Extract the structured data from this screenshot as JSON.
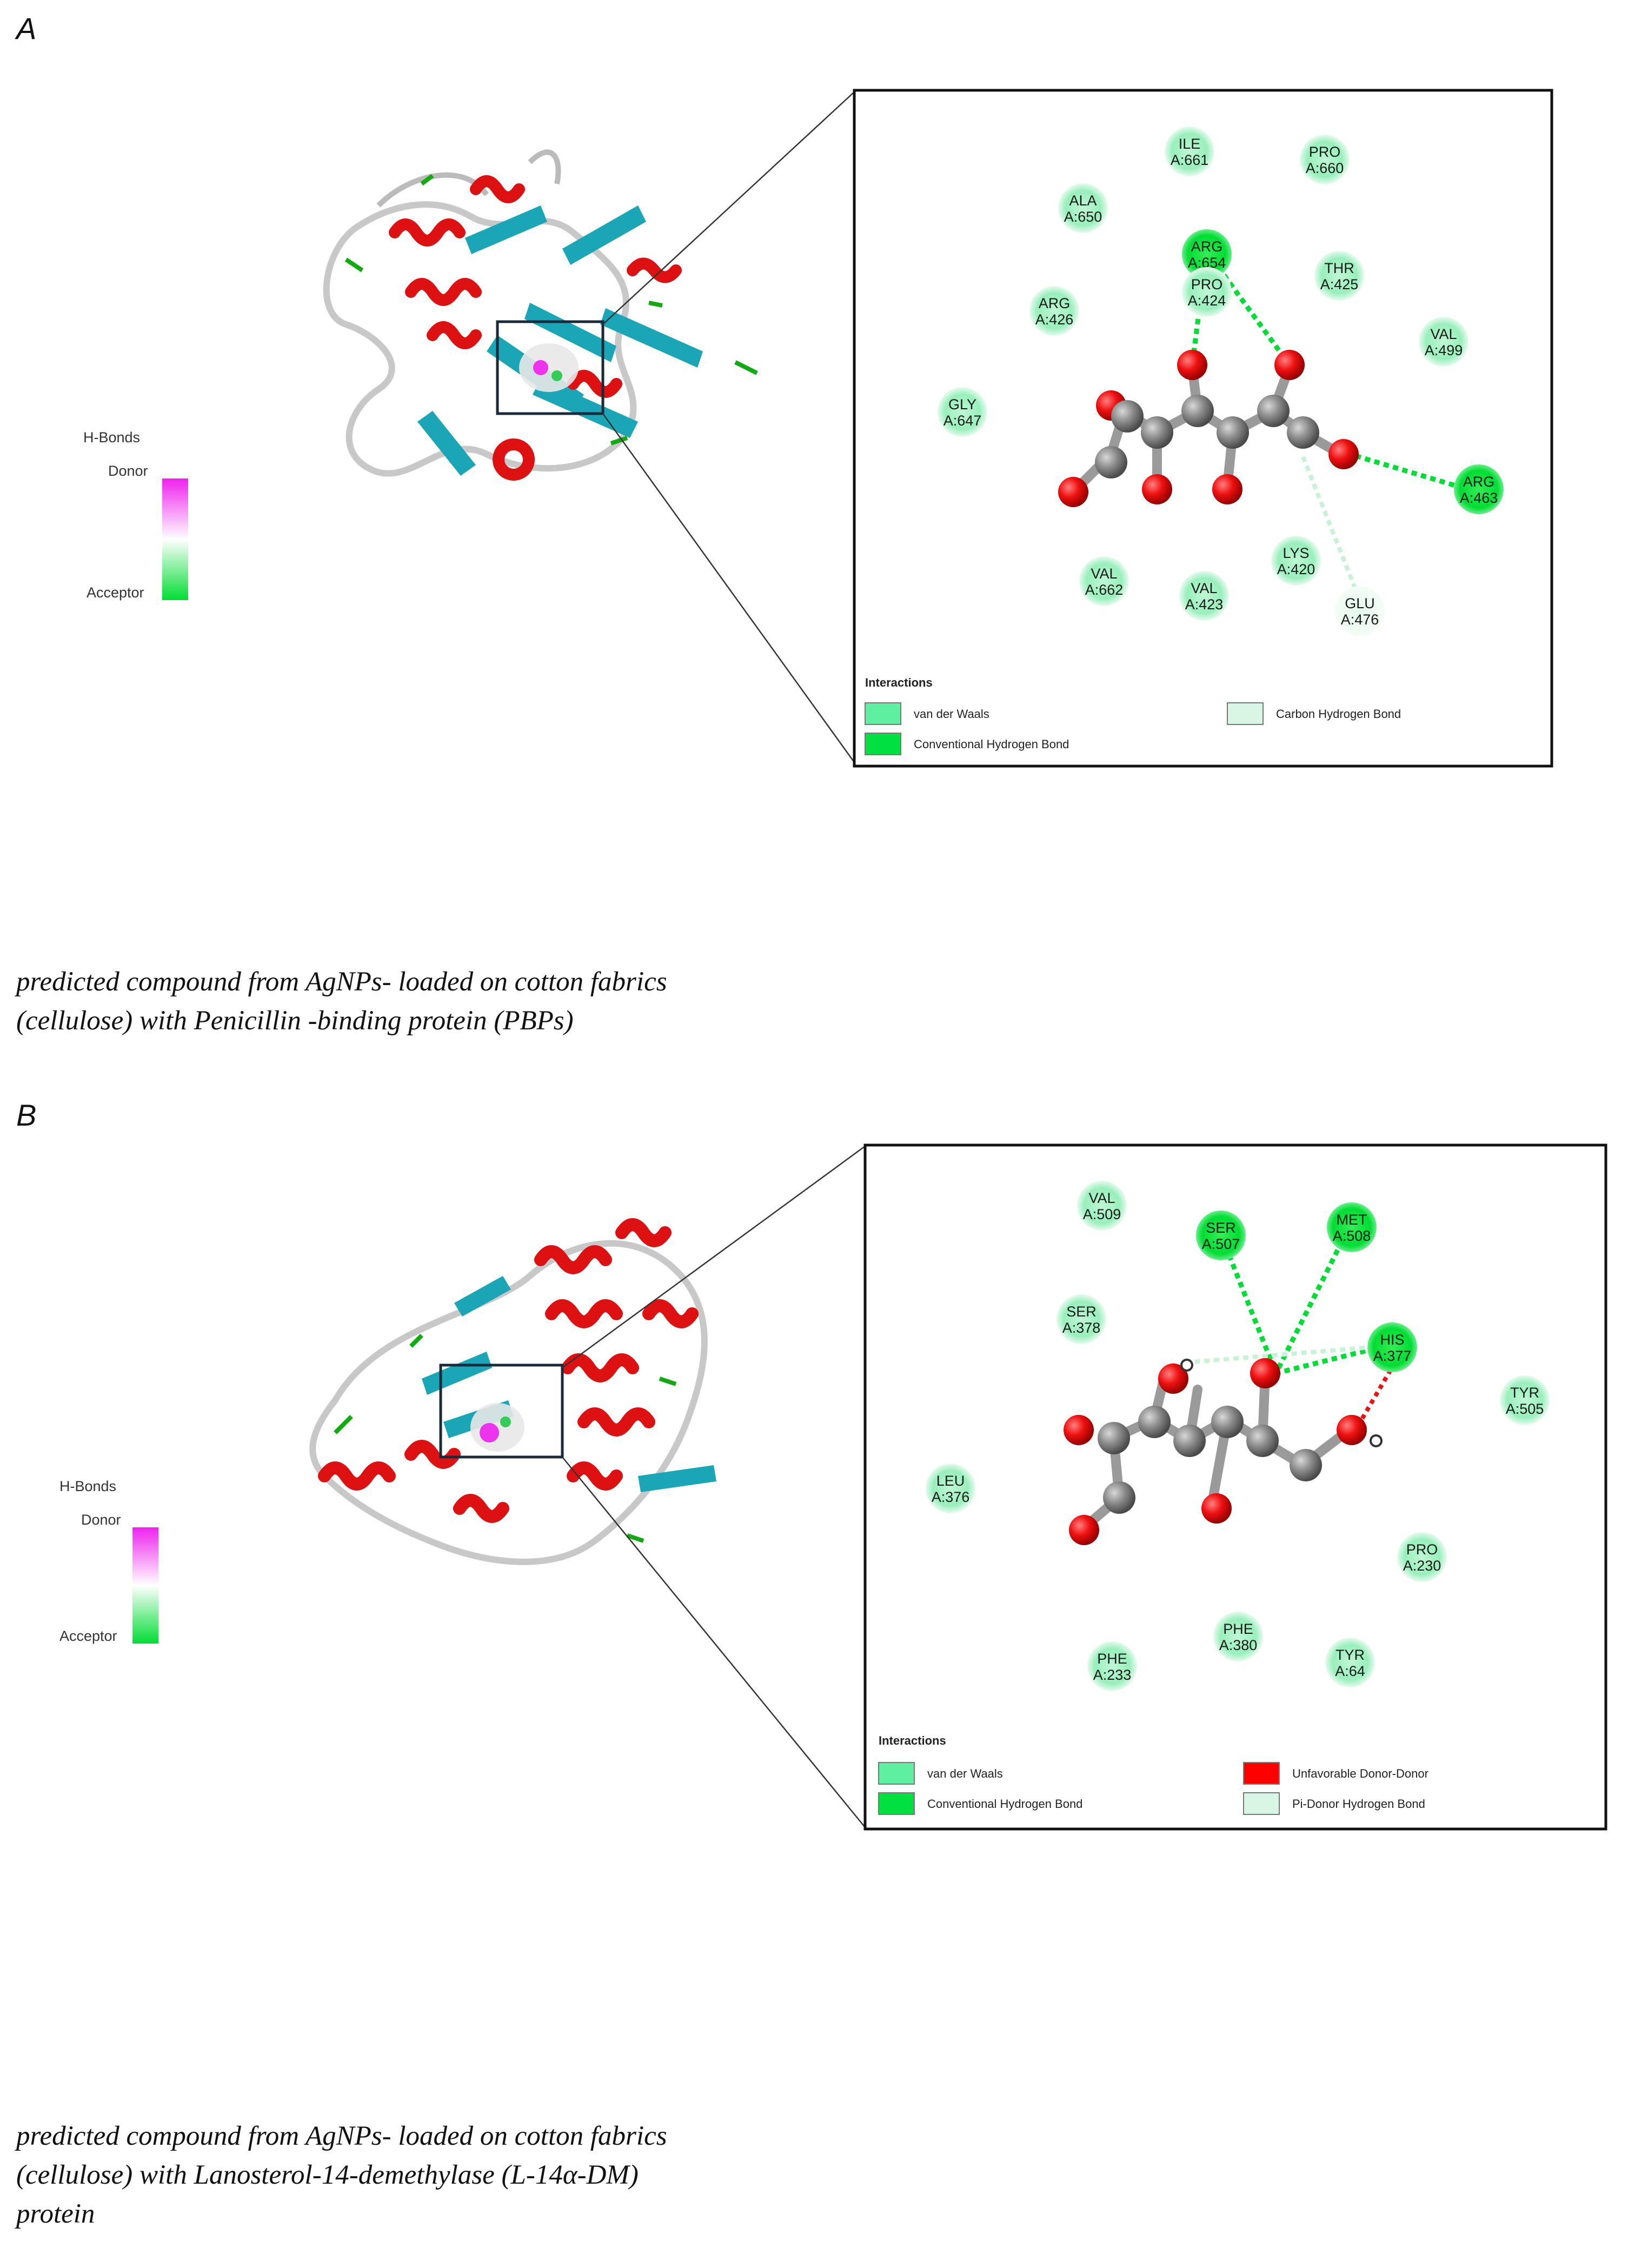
{
  "figure": {
    "panels": [
      {
        "letter": "A",
        "hbond_scale": {
          "title": "H-Bonds",
          "top_label": "Donor",
          "bottom_label": "Acceptor"
        },
        "interaction_map": {
          "residues": [
            {
              "id": "ILE A:661",
              "name": "ILE",
              "num": "A:661",
              "type": "van der Waals"
            },
            {
              "id": "PRO A:660",
              "name": "PRO",
              "num": "A:660",
              "type": "van der Waals"
            },
            {
              "id": "ALA A:650",
              "name": "ALA",
              "num": "A:650",
              "type": "van der Waals"
            },
            {
              "id": "ARG A:654",
              "name": "ARG",
              "num": "A:654",
              "type": "Conventional Hydrogen Bond"
            },
            {
              "id": "PRO A:424",
              "name": "PRO",
              "num": "A:424",
              "type": "van der Waals"
            },
            {
              "id": "THR A:425",
              "name": "THR",
              "num": "A:425",
              "type": "van der Waals"
            },
            {
              "id": "ARG A:426",
              "name": "ARG",
              "num": "A:426",
              "type": "van der Waals"
            },
            {
              "id": "VAL A:499",
              "name": "VAL",
              "num": "A:499",
              "type": "van der Waals"
            },
            {
              "id": "GLY A:647",
              "name": "GLY",
              "num": "A:647",
              "type": "van der Waals"
            },
            {
              "id": "ARG A:463",
              "name": "ARG",
              "num": "A:463",
              "type": "Conventional Hydrogen Bond"
            },
            {
              "id": "LYS A:420",
              "name": "LYS",
              "num": "A:420",
              "type": "van der Waals"
            },
            {
              "id": "VAL A:662",
              "name": "VAL",
              "num": "A:662",
              "type": "van der Waals"
            },
            {
              "id": "VAL A:423",
              "name": "VAL",
              "num": "A:423",
              "type": "van der Waals"
            },
            {
              "id": "GLU A:476",
              "name": "GLU",
              "num": "A:476",
              "type": "Carbon Hydrogen Bond"
            }
          ],
          "legend": {
            "title": "Interactions",
            "items": [
              {
                "label": "van der Waals",
                "color": "#5ef0a0"
              },
              {
                "label": "Carbon Hydrogen Bond",
                "color": "#d8f6e4"
              },
              {
                "label": "Conventional Hydrogen Bond",
                "color": "#00e040"
              }
            ]
          }
        },
        "caption": [
          "predicted compound from AgNPs- loaded on cotton fabrics",
          "(cellulose) with Penicillin -binding protein (PBPs)"
        ]
      },
      {
        "letter": "B",
        "hbond_scale": {
          "title": "H-Bonds",
          "top_label": "Donor",
          "bottom_label": "Acceptor"
        },
        "interaction_map": {
          "residues": [
            {
              "id": "VAL A:509",
              "name": "VAL",
              "num": "A:509",
              "type": "van der Waals"
            },
            {
              "id": "SER A:507",
              "name": "SER",
              "num": "A:507",
              "type": "Conventional Hydrogen Bond"
            },
            {
              "id": "MET A:508",
              "name": "MET",
              "num": "A:508",
              "type": "Conventional Hydrogen Bond"
            },
            {
              "id": "SER A:378",
              "name": "SER",
              "num": "A:378",
              "type": "van der Waals"
            },
            {
              "id": "HIS A:377",
              "name": "HIS",
              "num": "A:377",
              "type": "Conventional Hydrogen Bond"
            },
            {
              "id": "TYR A:505",
              "name": "TYR",
              "num": "A:505",
              "type": "van der Waals"
            },
            {
              "id": "LEU A:376",
              "name": "LEU",
              "num": "A:376",
              "type": "van der Waals"
            },
            {
              "id": "PRO A:230",
              "name": "PRO",
              "num": "A:230",
              "type": "van der Waals"
            },
            {
              "id": "PHE A:380",
              "name": "PHE",
              "num": "A:380",
              "type": "van der Waals"
            },
            {
              "id": "PHE A:233",
              "name": "PHE",
              "num": "A:233",
              "type": "van der Waals"
            },
            {
              "id": "TYR A:64",
              "name": "TYR",
              "num": "A:64",
              "type": "van der Waals"
            }
          ],
          "legend": {
            "title": "Interactions",
            "items": [
              {
                "label": "van der Waals",
                "color": "#5ef0a0"
              },
              {
                "label": "Unfavorable Donor-Donor",
                "color": "#ff0000"
              },
              {
                "label": "Conventional Hydrogen Bond",
                "color": "#00e040"
              },
              {
                "label": "Pi-Donor Hydrogen Bond",
                "color": "#d8f6e4"
              }
            ]
          }
        },
        "caption": [
          "predicted compound from AgNPs- loaded on cotton fabrics",
          "(cellulose) with Lanosterol-14-demethylase (L-14α-DM)",
          "protein"
        ]
      }
    ]
  }
}
